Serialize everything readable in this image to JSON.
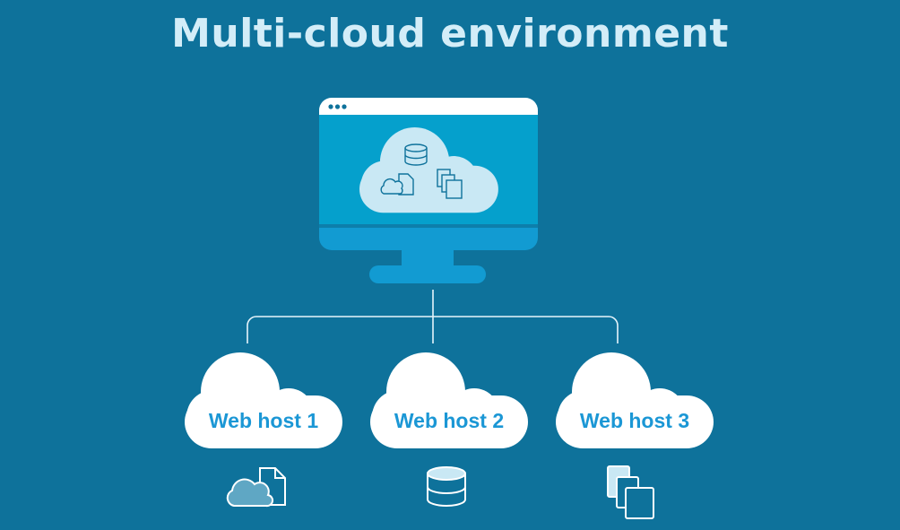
{
  "title": "Multi-cloud environment",
  "hosts": [
    {
      "label": "Web host 1",
      "icon": "cloud-file-icon"
    },
    {
      "label": "Web host 2",
      "icon": "database-icon"
    },
    {
      "label": "Web host 3",
      "icon": "copy-pages-icon"
    }
  ],
  "colors": {
    "background": "#0e729b",
    "screen": "#05a0cc",
    "bezel": "#129bd2",
    "cloud_light": "#c9e8f4",
    "label": "#1b97d5"
  }
}
